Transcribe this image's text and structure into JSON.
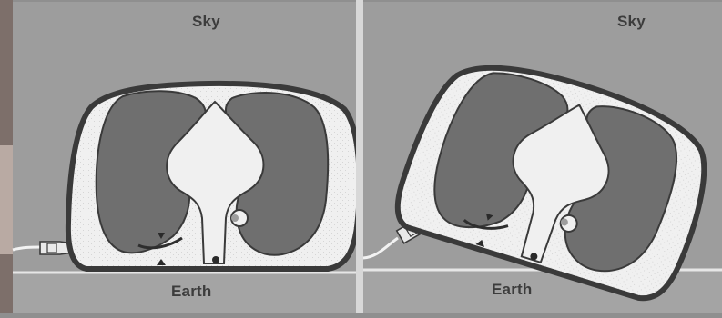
{
  "panels": [
    {
      "sky_label": "Sky",
      "earth_label": "Earth",
      "position": "supine"
    },
    {
      "sky_label": "Sky",
      "earth_label": "Earth",
      "position": "tilted"
    }
  ],
  "colors": {
    "background": "#8f8f8f",
    "panel_fill": "#9d9d9d",
    "ground_fill": "#a4a4a4",
    "ground_line": "#e6e6e6",
    "body_outline": "#3a3a3a",
    "body_fill": "#f0f0f0",
    "lung_fill": "#6f6f6f",
    "probe_fill": "#e9e9e9"
  },
  "icons": [
    "ultrasound-probe-icon",
    "arrowhead-marker-icon",
    "dot-marker-icon"
  ]
}
